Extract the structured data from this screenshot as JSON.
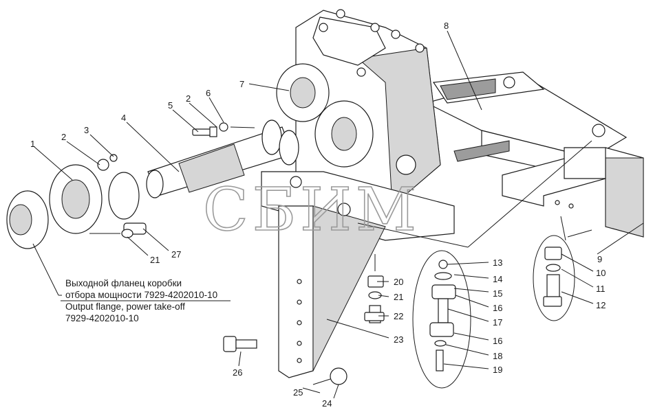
{
  "watermark": "СБИМ",
  "caption": {
    "ru_line1": "Выходной фланец коробки",
    "ru_line2": "отбора мощности 7929-4202010-10",
    "en_line1": "Output flange, power take-off",
    "en_line2": "7929-4202010-10"
  },
  "callouts": [
    "1",
    "2",
    "2",
    "3",
    "4",
    "5",
    "6",
    "7",
    "8",
    "9",
    "10",
    "11",
    "12",
    "13",
    "14",
    "15",
    "16",
    "16",
    "17",
    "18",
    "19",
    "20",
    "21",
    "21",
    "22",
    "23",
    "24",
    "25",
    "26",
    "27"
  ]
}
